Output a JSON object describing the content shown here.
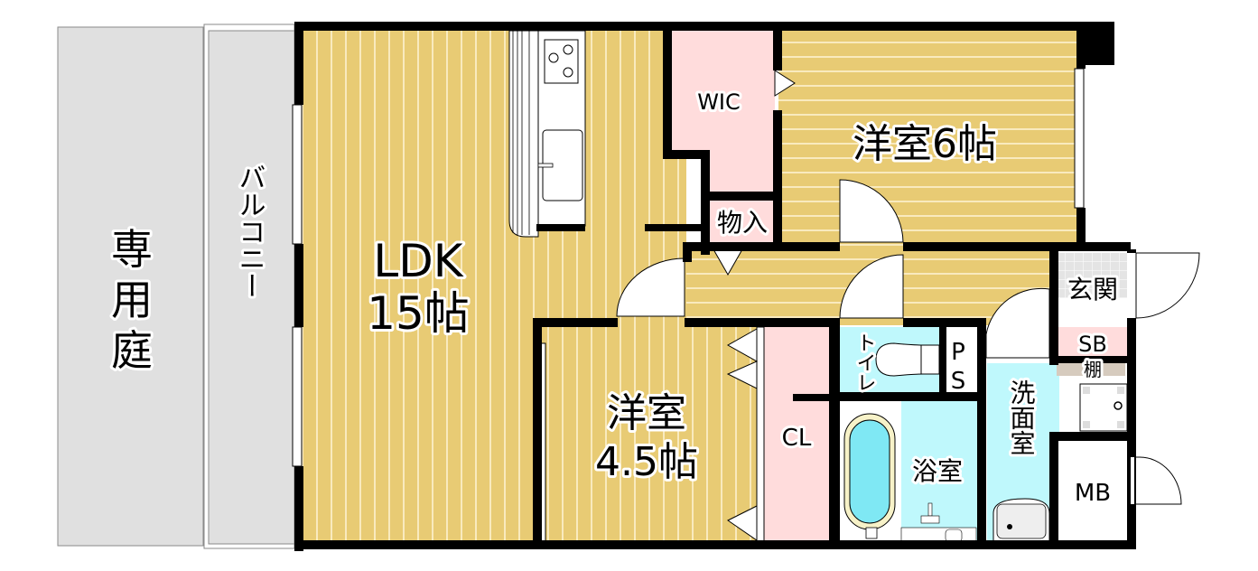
{
  "floorplan": {
    "colors": {
      "wood": "#e8cb74",
      "wood_line": "#fff4d6",
      "closet": "#ffdcdc",
      "wet": "#bff8fc",
      "exterior": "#e0e0e0",
      "wall": "#000000",
      "shelf": "#d6cbbe"
    },
    "rooms": {
      "garden": {
        "label": "専用庭"
      },
      "balcony": {
        "label": "バルコニー"
      },
      "ldk": {
        "label_line1": "LDK",
        "label_line2": "15帖"
      },
      "wic": {
        "label": "WIC"
      },
      "storage": {
        "label": "物入"
      },
      "western6": {
        "label": "洋室6帖"
      },
      "western45": {
        "label_line1": "洋室",
        "label_line2": "4.5帖"
      },
      "closet": {
        "label": "CL"
      },
      "toilet": {
        "label": "トイレ"
      },
      "ps": {
        "label_line1": "P",
        "label_line2": "S"
      },
      "bath": {
        "label": "浴室"
      },
      "washroom": {
        "label": "洗面室"
      },
      "entrance": {
        "label": "玄関"
      },
      "shoebox": {
        "label": "SB"
      },
      "shelf": {
        "label": "棚"
      },
      "meterbox": {
        "label": "MB"
      }
    }
  }
}
